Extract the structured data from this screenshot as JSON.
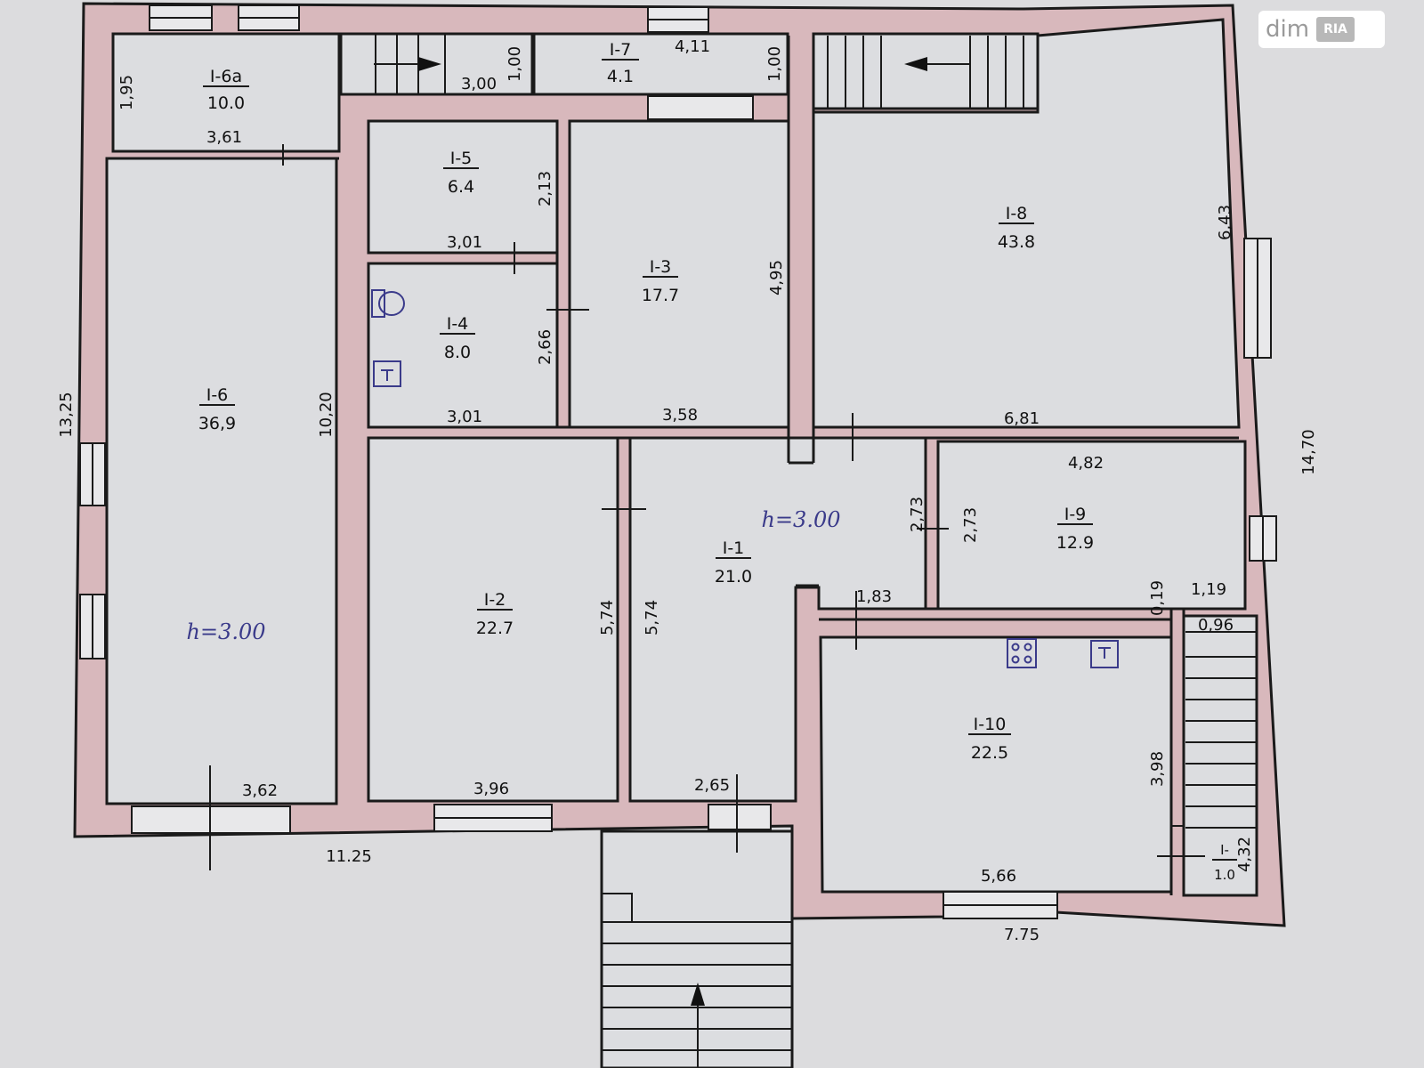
{
  "watermark": {
    "brand": "dim",
    "badge": "RIA"
  },
  "ceiling_height": "h=3.00",
  "rooms": [
    {
      "id": "room-1-1",
      "code": "I-1",
      "area": "21.0"
    },
    {
      "id": "room-1-2",
      "code": "I-2",
      "area": "22.7"
    },
    {
      "id": "room-1-3",
      "code": "I-3",
      "area": "17.7"
    },
    {
      "id": "room-1-4",
      "code": "I-4",
      "area": "8.0"
    },
    {
      "id": "room-1-5",
      "code": "I-5",
      "area": "6.4"
    },
    {
      "id": "room-1-6",
      "code": "I-6",
      "area": "36,9"
    },
    {
      "id": "room-1-6a",
      "code": "I-6a",
      "area": "10.0"
    },
    {
      "id": "room-1-7",
      "code": "I-7",
      "area": "4.1"
    },
    {
      "id": "room-1-8",
      "code": "I-8",
      "area": "43.8"
    },
    {
      "id": "room-1-9",
      "code": "I-9",
      "area": "12.9"
    },
    {
      "id": "room-1-10",
      "code": "I-10",
      "area": "22.5"
    },
    {
      "id": "room-1-small",
      "code": "I-",
      "area": "1.0"
    }
  ],
  "dimensions": {
    "d_3_00": "3,00",
    "d_1_00a": "1,00",
    "d_4_11": "4,11",
    "d_1_00b": "1,00",
    "d_1_95": "1,95",
    "d_3_61": "3,61",
    "d_2_13": "2,13",
    "d_3_01a": "3,01",
    "d_2_66": "2,66",
    "d_3_01b": "3,01",
    "d_3_58": "3,58",
    "d_4_95": "4,95",
    "d_6_81": "6,81",
    "d_6_43": "6,43",
    "d_4_82": "4,82",
    "d_2_73a": "2,73",
    "d_2_73b": "2,73",
    "d_13_25": "13,25",
    "d_10_20": "10,20",
    "d_14_70": "14,70",
    "d_5_74a": "5,74",
    "d_5_74b": "5,74",
    "d_1_83": "1,83",
    "d_0_19": "0,19",
    "d_1_19": "1,19",
    "d_0_96": "0,96",
    "d_3_98": "3,98",
    "d_4_32": "4,32",
    "d_3_62": "3,62",
    "d_3_96": "3,96",
    "d_2_65": "2,65",
    "d_5_66": "5,66",
    "d_11_25": "11.25",
    "d_7_75": "7.75"
  }
}
